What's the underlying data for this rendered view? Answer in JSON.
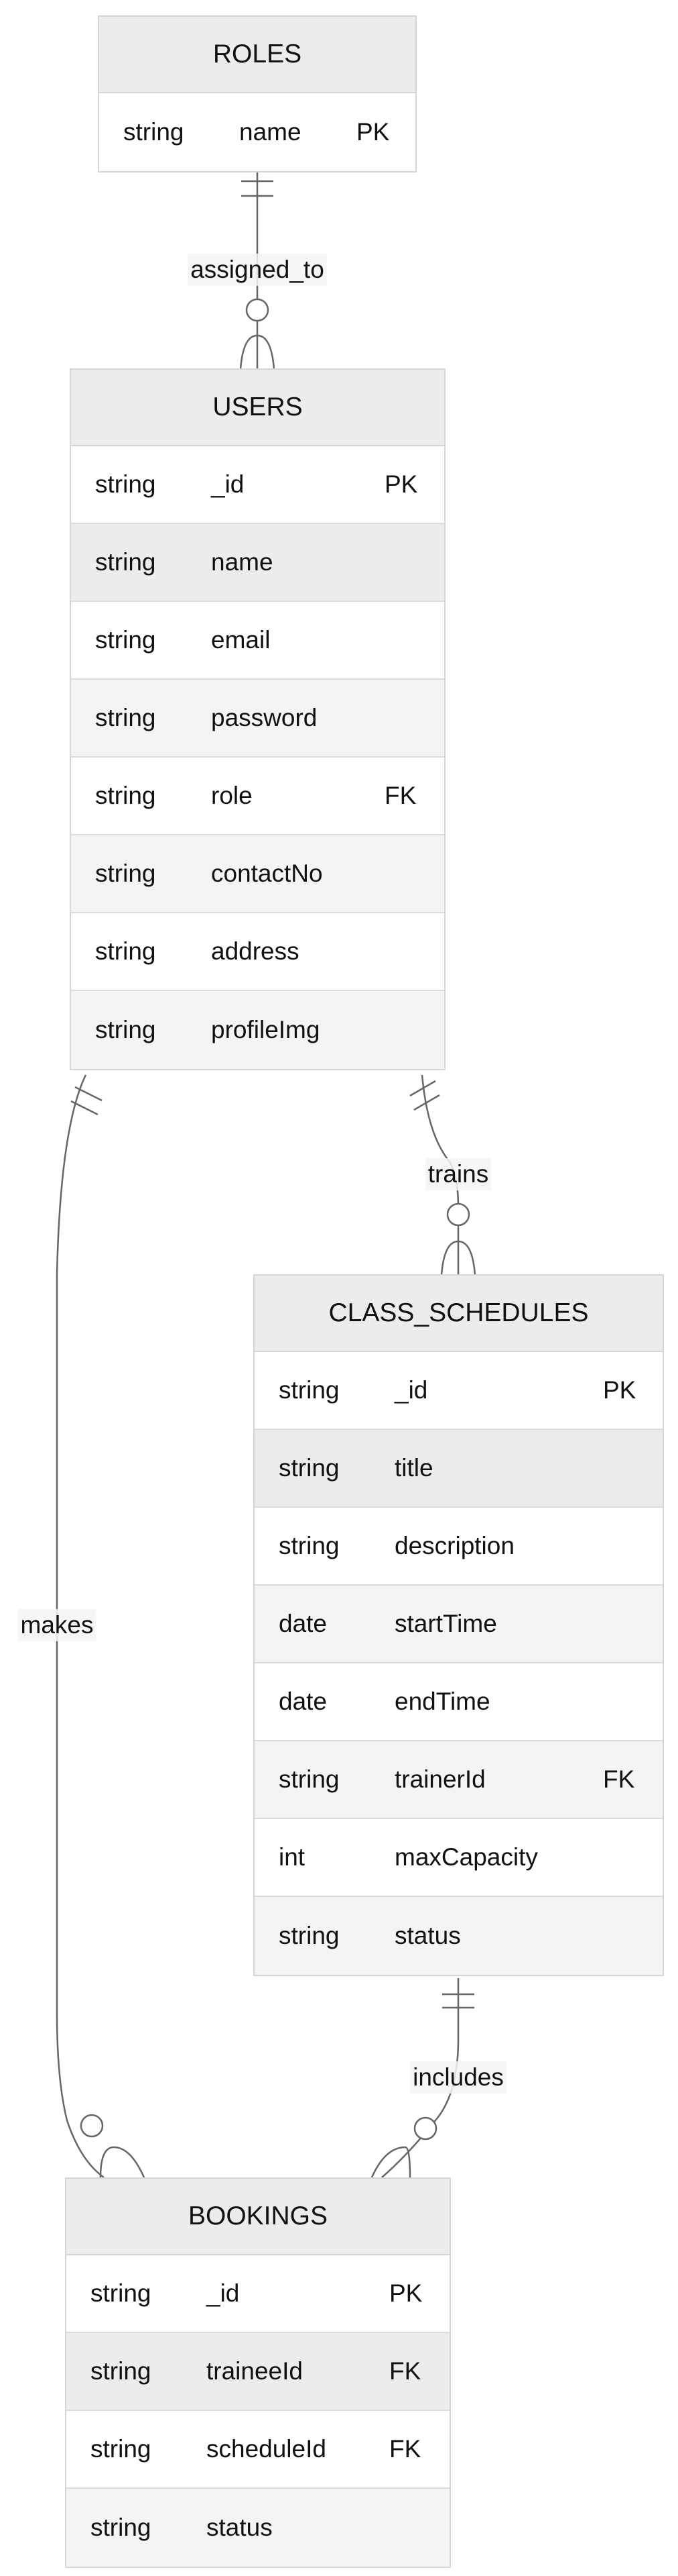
{
  "entities": {
    "roles": {
      "title": "ROLES",
      "attributes": [
        {
          "type": "string",
          "name": "name",
          "key": "PK"
        }
      ]
    },
    "users": {
      "title": "USERS",
      "attributes": [
        {
          "type": "string",
          "name": "_id",
          "key": "PK"
        },
        {
          "type": "string",
          "name": "name",
          "key": ""
        },
        {
          "type": "string",
          "name": "email",
          "key": ""
        },
        {
          "type": "string",
          "name": "password",
          "key": ""
        },
        {
          "type": "string",
          "name": "role",
          "key": "FK"
        },
        {
          "type": "string",
          "name": "contactNo",
          "key": ""
        },
        {
          "type": "string",
          "name": "address",
          "key": ""
        },
        {
          "type": "string",
          "name": "profileImg",
          "key": ""
        }
      ]
    },
    "class_schedules": {
      "title": "CLASS_SCHEDULES",
      "attributes": [
        {
          "type": "string",
          "name": "_id",
          "key": "PK"
        },
        {
          "type": "string",
          "name": "title",
          "key": ""
        },
        {
          "type": "string",
          "name": "description",
          "key": ""
        },
        {
          "type": "date",
          "name": "startTime",
          "key": ""
        },
        {
          "type": "date",
          "name": "endTime",
          "key": ""
        },
        {
          "type": "string",
          "name": "trainerId",
          "key": "FK"
        },
        {
          "type": "int",
          "name": "maxCapacity",
          "key": ""
        },
        {
          "type": "string",
          "name": "status",
          "key": ""
        }
      ]
    },
    "bookings": {
      "title": "BOOKINGS",
      "attributes": [
        {
          "type": "string",
          "name": "_id",
          "key": "PK"
        },
        {
          "type": "string",
          "name": "traineeId",
          "key": "FK"
        },
        {
          "type": "string",
          "name": "scheduleId",
          "key": "FK"
        },
        {
          "type": "string",
          "name": "status",
          "key": ""
        }
      ]
    }
  },
  "relationships": [
    {
      "label": "assigned_to",
      "from": "ROLES",
      "to": "USERS",
      "from_cardinality": "exactly-one",
      "to_cardinality": "zero-or-more"
    },
    {
      "label": "trains",
      "from": "USERS",
      "to": "CLASS_SCHEDULES",
      "from_cardinality": "exactly-one",
      "to_cardinality": "zero-or-more"
    },
    {
      "label": "makes",
      "from": "USERS",
      "to": "BOOKINGS",
      "from_cardinality": "exactly-one",
      "to_cardinality": "zero-or-more"
    },
    {
      "label": "includes",
      "from": "CLASS_SCHEDULES",
      "to": "BOOKINGS",
      "from_cardinality": "exactly-one",
      "to_cardinality": "zero-or-more"
    }
  ],
  "colors": {
    "header": "#ececec",
    "row_alt": "#f4f4f4",
    "border": "#d6d6d6",
    "line": "#666666"
  }
}
